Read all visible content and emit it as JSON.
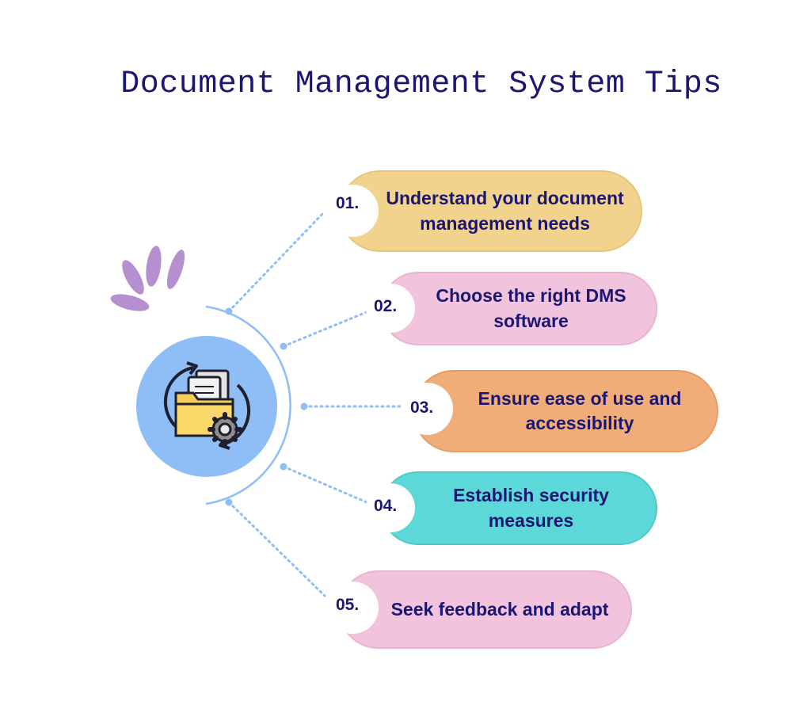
{
  "title": "Document Management System Tips",
  "colors": {
    "title": "#1a1672",
    "hub": "#8ebef5",
    "connector": "#8ebef5",
    "decoration": "#b58fcf"
  },
  "hub": {
    "icon": "folder-sync-gear-icon"
  },
  "tips": [
    {
      "number": "01.",
      "text": "Understand your document management needs",
      "color": "#f1d38e"
    },
    {
      "number": "02.",
      "text": "Choose the right DMS software",
      "color": "#f2c3dd"
    },
    {
      "number": "03.",
      "text": "Ensure ease of use and accessibility",
      "color": "#f0ad79"
    },
    {
      "number": "04.",
      "text": "Establish security measures",
      "color": "#5dd8d9"
    },
    {
      "number": "05.",
      "text": "Seek feedback and adapt",
      "color": "#f2c3dd"
    }
  ]
}
